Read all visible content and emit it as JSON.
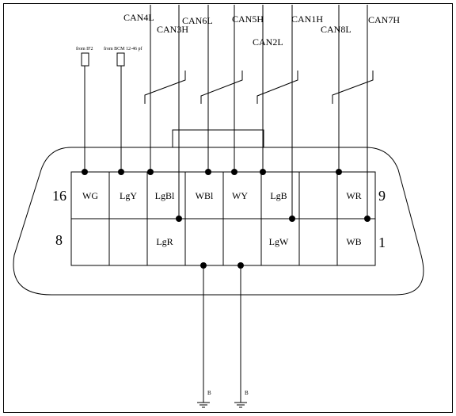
{
  "can_labels": {
    "can4l": "CAN4L",
    "can3h": "CAN3H",
    "can6l": "CAN6L",
    "can5h": "CAN5H",
    "can2l": "CAN2L",
    "can1h": "CAN1H",
    "can8l": "CAN8L",
    "can7h": "CAN7H"
  },
  "sources": {
    "from_if2": "from IF2",
    "from_bcm": "from BCM 12-46 pf"
  },
  "connector": {
    "top_row": [
      "WG",
      "LgY",
      "LgBl",
      "WBl",
      "WY",
      "LgB",
      "",
      "WR"
    ],
    "bottom_row": [
      "",
      "",
      "LgR",
      "",
      "",
      "LgW",
      "",
      "WB"
    ],
    "pin_16": "16",
    "pin_9": "9",
    "pin_8": "8",
    "pin_1": "1"
  },
  "grounds": {
    "left": "B",
    "right": "B"
  }
}
